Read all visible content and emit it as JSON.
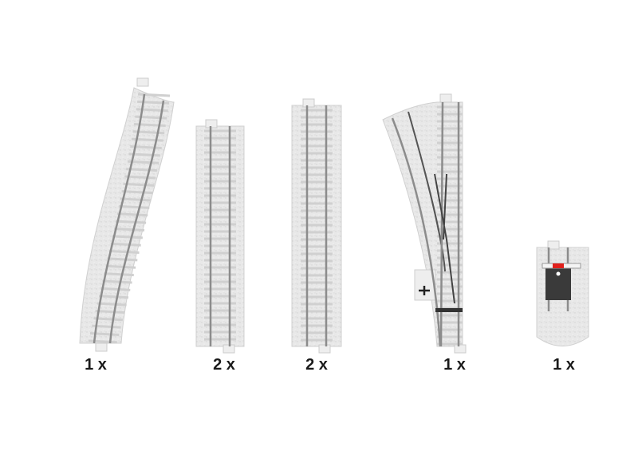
{
  "items": [
    {
      "kind": "curved-track",
      "quantity": "1 x"
    },
    {
      "kind": "straight-track",
      "quantity": "2 x"
    },
    {
      "kind": "straight-track",
      "quantity": "2 x"
    },
    {
      "kind": "switch-track",
      "quantity": "1 x"
    },
    {
      "kind": "buffer-stop-track",
      "quantity": "1 x"
    }
  ],
  "colors": {
    "roadbed": "#e6e6e6",
    "rail": "#8c8c8c",
    "ties": "#d4d4d4",
    "buffer_red": "#e0201c",
    "buffer_dark": "#333333"
  }
}
